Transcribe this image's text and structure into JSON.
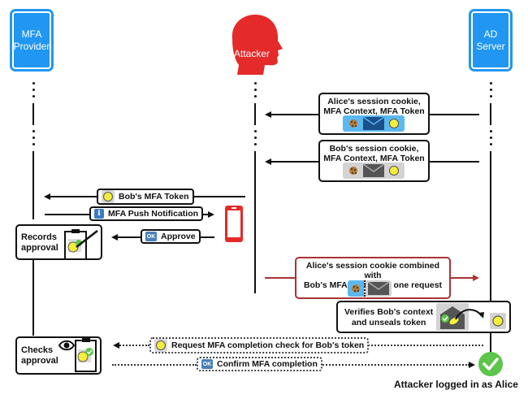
{
  "actors": {
    "mfa_provider": "MFA\nProvider",
    "mfa_provider_line1": "MFA",
    "mfa_provider_line2": "Provider",
    "attacker": "Attacker",
    "ad_server_line1": "AD",
    "ad_server_line2": "Server"
  },
  "colors": {
    "actor_blue": "#2196f3",
    "attacker_red": "#e52a2a",
    "alice_blue": "#5bb8f0",
    "alice_envelope": "#1a4f8a",
    "bob_gray": "#d3d3d3",
    "bob_envelope": "#555555",
    "malicious_red": "#a33333",
    "success_green": "#5cc54a",
    "token_yellow": "#f5ee3a"
  },
  "messages": {
    "alice_bundle_line1": "Alice's session cookie,",
    "alice_bundle_line2": "MFA Context, MFA Token",
    "bob_bundle_line1": "Bob's session cookie,",
    "bob_bundle_line2": "MFA Context, MFA Token",
    "bob_mfa_token": "Bob's MFA Token",
    "push_notification": "MFA Push Notification",
    "approve": "Approve",
    "ok_label": "OK",
    "info_label": "i",
    "combined_line1": "Alice's session cookie combined with",
    "combined_line2": "Bob's MFA Context in one request",
    "verify_line1": "Verifies Bob's context",
    "verify_line2": "and unseals token",
    "request_check": "Request MFA completion check for Bob's token",
    "confirm_completion": "Confirm MFA completion"
  },
  "notes": {
    "records_line1": "Records",
    "records_line2": "approval",
    "checks_line1": "Checks",
    "checks_line2": "approval"
  },
  "result": {
    "final_text": "Attacker logged in as Alice"
  }
}
